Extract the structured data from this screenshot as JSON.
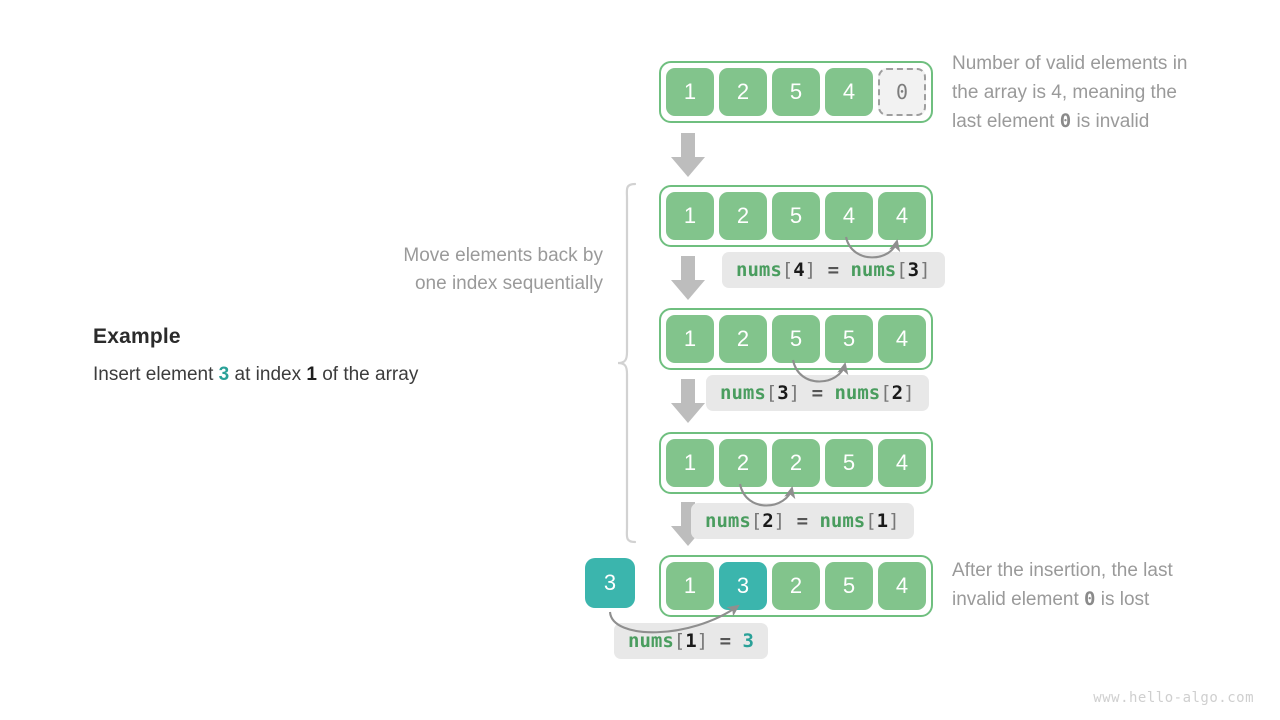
{
  "example": {
    "title": "Example",
    "desc_prefix": "Insert element ",
    "desc_value": "3",
    "desc_middle": " at index ",
    "desc_index": "1",
    "desc_suffix": " of the array"
  },
  "move_caption": {
    "line1": "Move elements back by",
    "line2": "one index sequentially"
  },
  "notes": {
    "top": {
      "line1": "Number of valid elements in",
      "line2": "the array is 4, meaning the",
      "line3_pre": "last element ",
      "line3_val": "0",
      "line3_post": " is invalid"
    },
    "bottom": {
      "line1": "After the insertion, the last",
      "line2_pre": "invalid element ",
      "line2_val": "0",
      "line2_post": " is lost"
    }
  },
  "rows": [
    {
      "id": "row-initial",
      "cells": [
        {
          "value": "1",
          "style": "green"
        },
        {
          "value": "2",
          "style": "green"
        },
        {
          "value": "5",
          "style": "green"
        },
        {
          "value": "4",
          "style": "green"
        },
        {
          "value": "0",
          "style": "invalid"
        }
      ]
    },
    {
      "id": "row-shift-4",
      "cells": [
        {
          "value": "1",
          "style": "green"
        },
        {
          "value": "2",
          "style": "green"
        },
        {
          "value": "5",
          "style": "green"
        },
        {
          "value": "4",
          "style": "green"
        },
        {
          "value": "4",
          "style": "green"
        }
      ]
    },
    {
      "id": "row-shift-3",
      "cells": [
        {
          "value": "1",
          "style": "green"
        },
        {
          "value": "2",
          "style": "green"
        },
        {
          "value": "5",
          "style": "green"
        },
        {
          "value": "5",
          "style": "green"
        },
        {
          "value": "4",
          "style": "green"
        }
      ]
    },
    {
      "id": "row-shift-2",
      "cells": [
        {
          "value": "1",
          "style": "green"
        },
        {
          "value": "2",
          "style": "green"
        },
        {
          "value": "2",
          "style": "green"
        },
        {
          "value": "5",
          "style": "green"
        },
        {
          "value": "4",
          "style": "green"
        }
      ]
    },
    {
      "id": "row-final",
      "cells": [
        {
          "value": "1",
          "style": "green"
        },
        {
          "value": "3",
          "style": "teal"
        },
        {
          "value": "2",
          "style": "green"
        },
        {
          "value": "5",
          "style": "green"
        },
        {
          "value": "4",
          "style": "green"
        }
      ]
    }
  ],
  "insert_box": {
    "value": "3"
  },
  "code_labels": [
    {
      "id": "code-nums4-nums3",
      "lhs_name": "nums",
      "lhs_index": "4",
      "op": "=",
      "rhs_name": "nums",
      "rhs_index": "3",
      "rhs_literal": null
    },
    {
      "id": "code-nums3-nums2",
      "lhs_name": "nums",
      "lhs_index": "3",
      "op": "=",
      "rhs_name": "nums",
      "rhs_index": "2",
      "rhs_literal": null
    },
    {
      "id": "code-nums2-nums1",
      "lhs_name": "nums",
      "lhs_index": "2",
      "op": "=",
      "rhs_name": "nums",
      "rhs_index": "1",
      "rhs_literal": null
    },
    {
      "id": "code-nums1-3",
      "lhs_name": "nums",
      "lhs_index": "1",
      "op": "=",
      "rhs_name": null,
      "rhs_index": null,
      "rhs_literal": "3"
    }
  ],
  "watermark": "www.hello-algo.com",
  "colors": {
    "green_cell": "#82c48c",
    "green_border": "#6fbf7f",
    "teal": "#3bb5ad",
    "teal_text": "#2aa198",
    "code_nums": "#4a9d5f",
    "gray_arrow": "#b9b9b9",
    "note_text": "#9a9a9a",
    "label_bg": "#e8e8e8"
  }
}
